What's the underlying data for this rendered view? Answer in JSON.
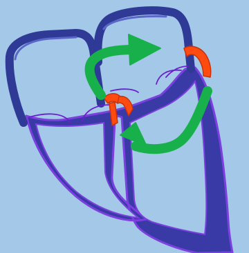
{
  "diagram": {
    "colors": {
      "background": "#a4c8e8",
      "chamber_wall": "#2f3996",
      "chamber_wall_edge": "#6b5fd6",
      "chamber_highlight": "#5a66c8",
      "muscle": "#3a3aa6",
      "muscle_edge": "#7c3fe0",
      "valve_line": "#6a1fd0",
      "valve_orange": "#ff4a10",
      "valve_orange_dark": "#c9320a",
      "flow_arrow": "#18b04a"
    },
    "elements": [
      {
        "name": "left-atrium",
        "kind": "chamber"
      },
      {
        "name": "right-atrium",
        "kind": "chamber"
      },
      {
        "name": "ventricle-muscle",
        "kind": "muscle-wall"
      },
      {
        "name": "mitral-valve",
        "kind": "valve"
      },
      {
        "name": "aortic-valve",
        "kind": "valve"
      },
      {
        "name": "blood-flow-arrow-upper",
        "kind": "arrow"
      },
      {
        "name": "blood-flow-arrow-lower",
        "kind": "arrow"
      }
    ]
  }
}
